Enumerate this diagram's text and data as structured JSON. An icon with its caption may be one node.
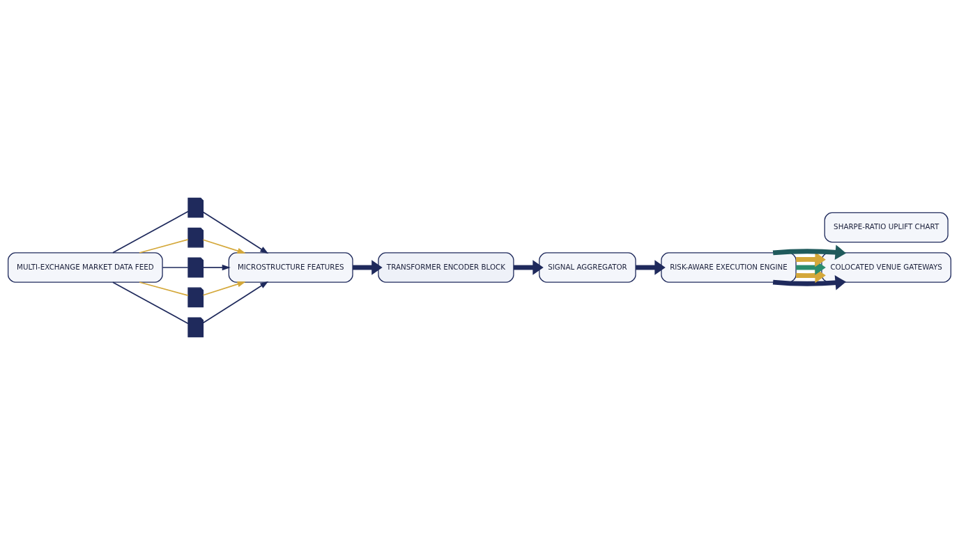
{
  "diagram": {
    "nodes": [
      {
        "text": [
          "MULTI-EXCHANGE MARKET DATA FEED"
        ]
      },
      {
        "text": [],
        "shape": "document"
      },
      {
        "text": [],
        "shape": "document"
      },
      {
        "text": [],
        "shape": "document"
      },
      {
        "text": [],
        "shape": "document"
      },
      {
        "text": [],
        "shape": "document"
      },
      {
        "text": [
          "MICROSTRUCTURE FEATURES"
        ]
      },
      {
        "text": [
          "TRANSFORMER ENCODER BLOCK"
        ]
      },
      {
        "text": [
          "SIGNAL AGGREGATOR"
        ]
      },
      {
        "text": [
          "RISK-AWARE EXECUTION ENGINE"
        ]
      },
      {
        "text": [
          "COLOCATED VENUE GATEWAYS"
        ]
      },
      {
        "text": [
          "SHARPE-RATIO UPLIFT CHART"
        ]
      }
    ],
    "edges": [
      {
        "from": 0,
        "to": 1,
        "arrow": "none"
      },
      {
        "from": 0,
        "to": 2,
        "arrow": "none",
        "color": "#d4a83a"
      },
      {
        "from": 0,
        "to": 3,
        "arrow": "none"
      },
      {
        "from": 0,
        "to": 4,
        "arrow": "none",
        "color": "#d4a83a"
      },
      {
        "from": 0,
        "to": 5,
        "arrow": "none"
      },
      {
        "from": 1,
        "to": 6,
        "arrow": "to"
      },
      {
        "from": 2,
        "to": 6,
        "arrow": "to",
        "color": "#d4a83a"
      },
      {
        "from": 3,
        "to": 6,
        "arrow": "to"
      },
      {
        "from": 4,
        "to": 6,
        "arrow": "to",
        "color": "#d4a83a"
      },
      {
        "from": 5,
        "to": 6,
        "arrow": "to"
      },
      {
        "from": 6,
        "to": 7,
        "arrow": "to",
        "style": "thick"
      },
      {
        "from": 7,
        "to": 8,
        "arrow": "to",
        "style": "thick"
      },
      {
        "from": 8,
        "to": 9,
        "arrow": "to",
        "style": "thick"
      },
      {
        "from": 9,
        "to": 10,
        "arrow": "to",
        "style": "thick"
      },
      {
        "from": 9,
        "to": 10,
        "arrow": "to",
        "style": "thick",
        "color": "#d4a83a"
      },
      {
        "from": 9,
        "to": 10,
        "arrow": "to",
        "style": "thick",
        "color": "#2a8c6e"
      },
      {
        "from": 9,
        "to": 10,
        "arrow": "to",
        "style": "thick",
        "color": "#d4a83a"
      },
      {
        "from": 9,
        "to": 10,
        "arrow": "to",
        "style": "thick",
        "color": "#1f5a5c"
      }
    ]
  }
}
